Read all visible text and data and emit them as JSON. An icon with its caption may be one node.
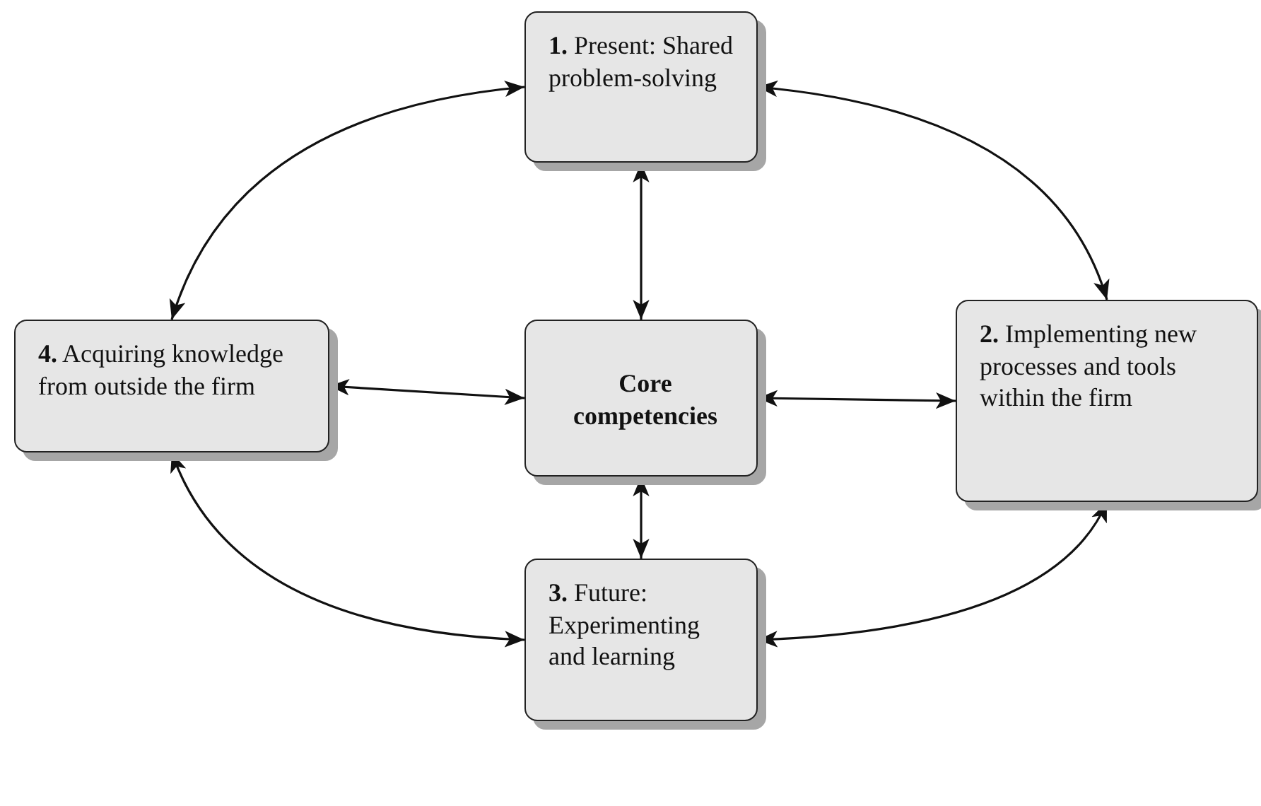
{
  "diagram": {
    "nodes": [
      {
        "text": [
          "**1.** Present: Shared problem-solving"
        ]
      },
      {
        "text": [
          "**4.** Acquiring knowledge from outside the firm"
        ]
      },
      {
        "text": [
          "Core competencies"
        ]
      },
      {
        "text": [
          "**2.** Implementing new processes and tools within the firm"
        ]
      },
      {
        "text": [
          "**3.** Future: Experimenting and learning"
        ]
      }
    ],
    "edges": [
      {
        "from": 0,
        "to": 2,
        "arrow": "both"
      },
      {
        "from": 1,
        "to": 2,
        "arrow": "both"
      },
      {
        "from": 2,
        "to": 3,
        "arrow": "both"
      },
      {
        "from": 2,
        "to": 4,
        "arrow": "both"
      },
      {
        "from": 0,
        "to": 3,
        "arrow": "both"
      },
      {
        "from": 0,
        "to": 1,
        "arrow": "both"
      },
      {
        "from": 1,
        "to": 4,
        "arrow": "both"
      },
      {
        "from": 4,
        "to": 3,
        "arrow": "both"
      }
    ]
  }
}
